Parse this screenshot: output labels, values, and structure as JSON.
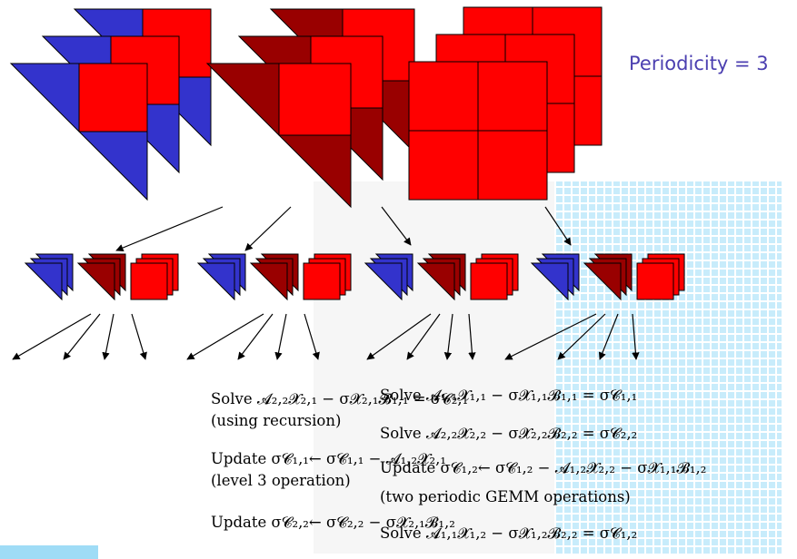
{
  "annotations": {
    "periodicity": "Periodicity = 3"
  },
  "left_steps": [
    {
      "line": "Solve 𝓐₂,₂𝓧₂,₁ − σ𝓧₂,₁𝓑₁,₁ = σ𝓒₂,₁"
    },
    {
      "line": "(using recursion)"
    },
    {
      "line": "Update σ𝓒₁,₁← σ𝓒₁,₁ − 𝓐₁,₂𝓧₂,₁"
    },
    {
      "line": "(level 3 operation)"
    },
    {
      "line": "Update σ𝓒₂,₂← σ𝓒₂,₂ − σ𝓧₂,₁𝓑₁,₂"
    }
  ],
  "right_steps": [
    {
      "line": "Solve 𝓐₁,₁𝓧₁,₁ − σ𝓧₁,₁𝓑₁,₁ = σ𝓒₁,₁"
    },
    {
      "line": "Solve 𝓐₂,₂𝓧₂,₂ − σ𝓧₂,₂𝓑₂,₂ = σ𝓒₂,₂"
    },
    {
      "line": "Update σ𝓒₁,₂← σ𝓒₁,₂ − 𝓐₁,₂𝓧₂,₂ − σ𝓧₁,₁𝓑₁,₂"
    },
    {
      "line": "(two periodic GEMM operations)"
    },
    {
      "line": "Solve 𝓐₁,₁𝓧₁,₂ − σ𝓧₁,₂𝓑₂,₂ = σ𝓒₁,₂"
    }
  ],
  "colors": {
    "blue": "#3333cc",
    "dark_red": "#990000",
    "red": "#ff0000",
    "light_blue": "#c8ecfb",
    "periodicity_text": "#4b3fb0"
  }
}
